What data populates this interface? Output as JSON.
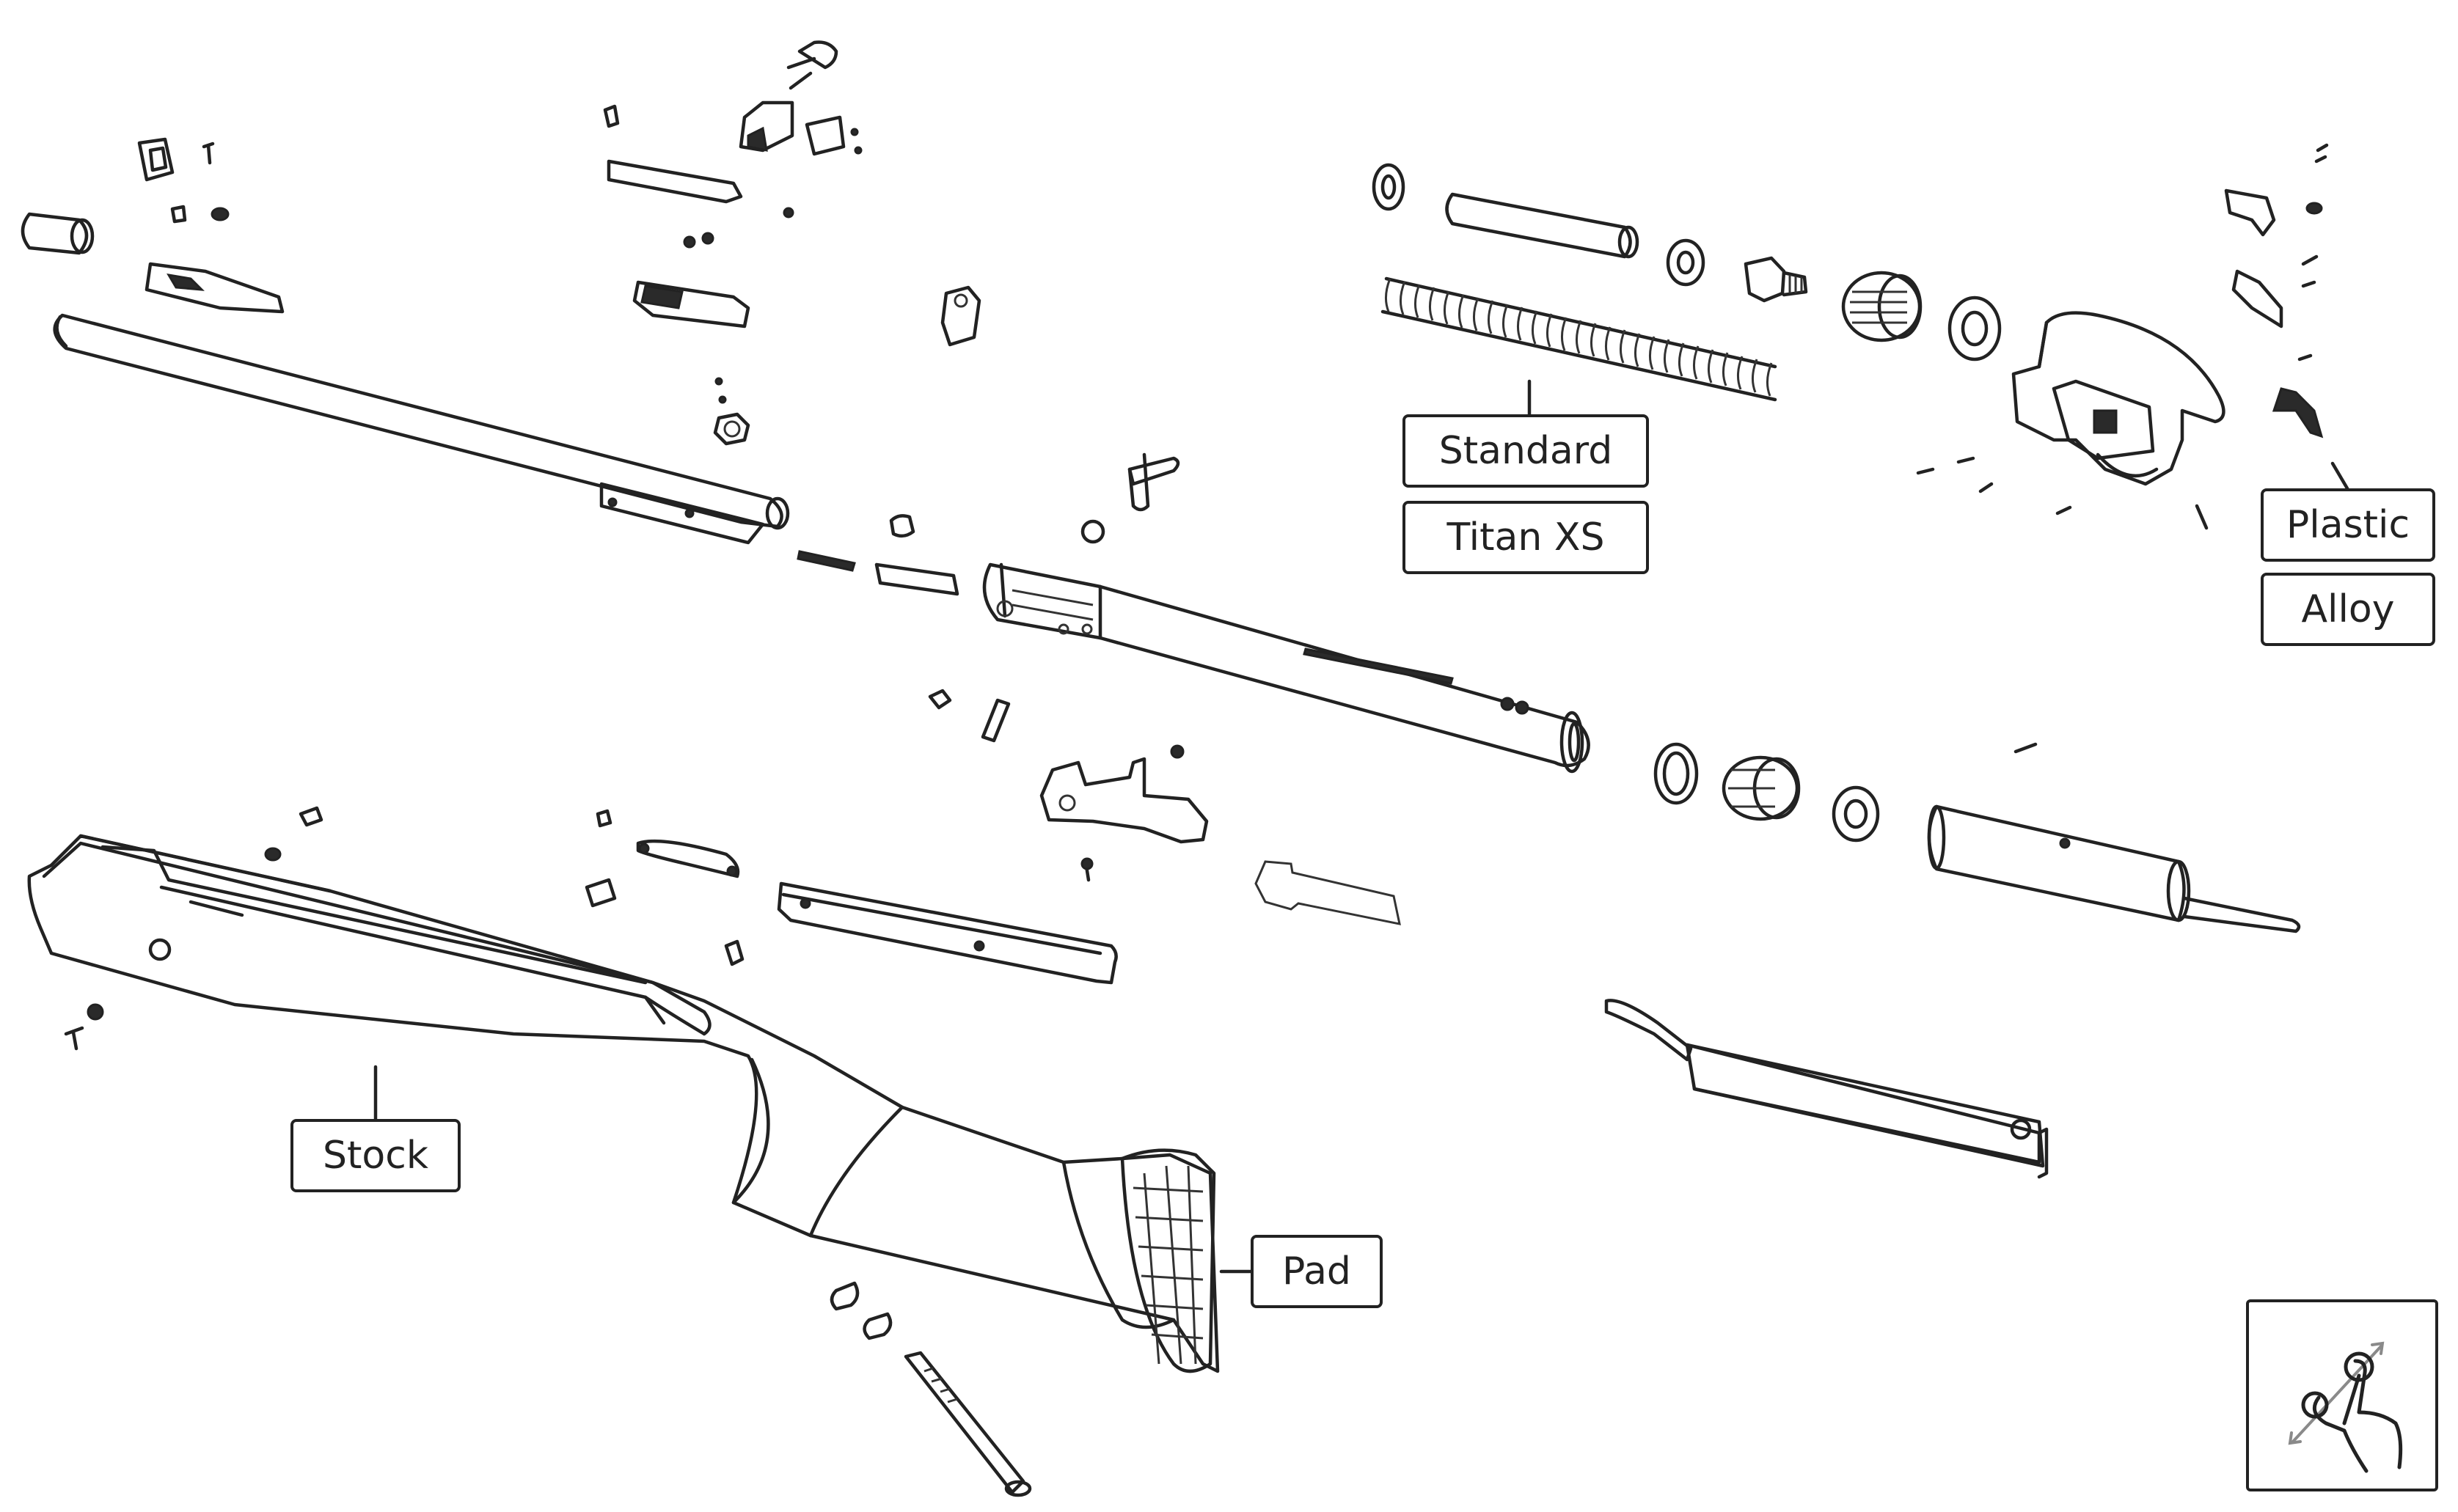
{
  "labels": {
    "standard": "Standard",
    "titan_xs": "Titan XS",
    "plastic": "Plastic",
    "alloy": "Alloy",
    "stock": "Stock",
    "pad": "Pad"
  },
  "icons": {
    "gesture": "pinch-zoom-gesture-icon"
  },
  "colors": {
    "line": "#222222",
    "background": "#ffffff"
  }
}
